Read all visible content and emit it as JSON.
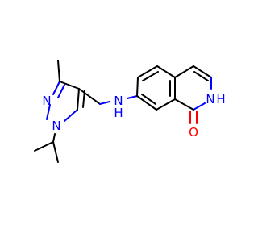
{
  "molecule": {
    "atoms": {
      "n_pyrazole_1": "N",
      "n_pyrazole_2": "N",
      "n_amine": "N",
      "h_amine": "H",
      "n_isoquinolinone": "N",
      "h_isoquinolinone": "H",
      "o_carbonyl": "O"
    }
  },
  "colors": {
    "bond": "#000000",
    "nitrogen": "#0000ff",
    "oxygen": "#ff0000",
    "background": "#ffffff"
  }
}
